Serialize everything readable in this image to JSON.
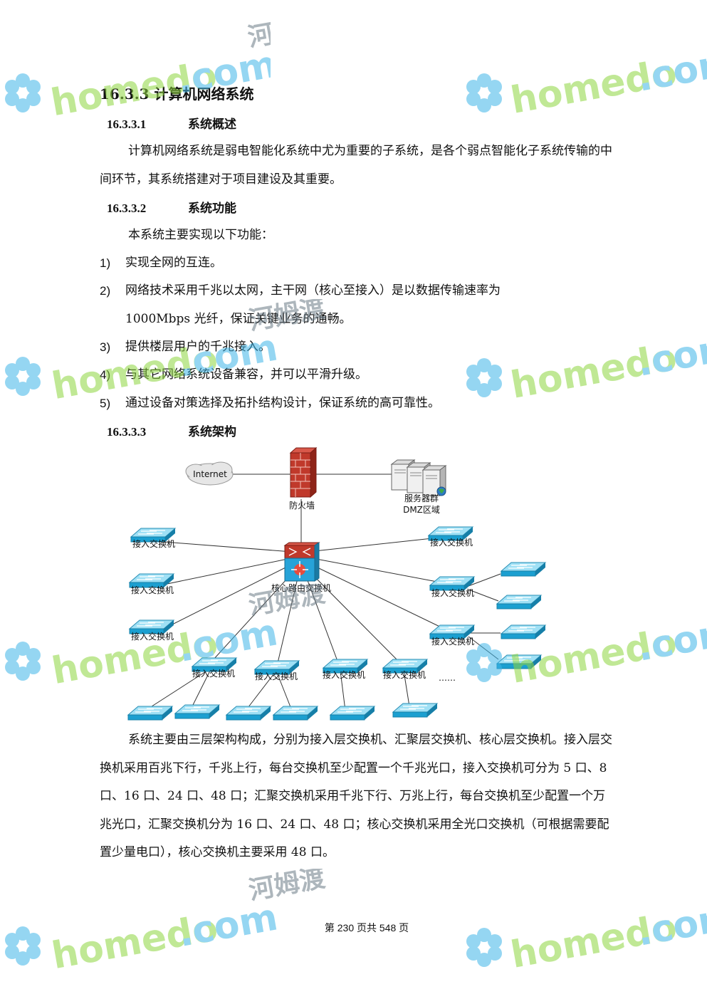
{
  "section": {
    "title": "16.3.3 计算机网络系统"
  },
  "sub1": {
    "number": "16.3.3.1",
    "title": "系统概述"
  },
  "overview": {
    "paragraph": "计算机网络系统是弱电智能化系统中尤为重要的子系统，是各个弱点智能化子系统传输的中间环节，其系统搭建对于项目建设及其重要。"
  },
  "sub2": {
    "number": "16.3.3.2",
    "title": "系统功能"
  },
  "functions": {
    "intro": "本系统主要实现以下功能：",
    "items": [
      {
        "marker": "1)",
        "text": "实现全网的互连。"
      },
      {
        "marker": "2)",
        "text": "网络技术采用千兆以太网，主干网（核心至接入）是以数据传输速率为",
        "cont": "1000Mbps 光纤，保证关键业务的通畅。"
      },
      {
        "marker": "3)",
        "text": "提供楼层用户的千兆接入。"
      },
      {
        "marker": "4)",
        "text": "与其它网络系统设备兼容，并可以平滑升级。"
      },
      {
        "marker": "5)",
        "text": "通过设备对策选择及拓扑结构设计，保证系统的高可靠性。"
      }
    ]
  },
  "sub3": {
    "number": "16.3.3.3",
    "title": "系统架构"
  },
  "diagram": {
    "internet": "Internet",
    "firewall": "防火墙",
    "server_group": "服务器群",
    "dmz": "DMZ区域",
    "core_switch": "核心路由交换机",
    "access_switch": "接入交换机",
    "ellipsis": "……"
  },
  "architecture": {
    "paragraph": "系统主要由三层架构构成，分别为接入层交换机、汇聚层交换机、核心层交换机。接入层交换机采用百兆下行，千兆上行，每台交换机至少配置一个千兆光口，接入交换机可分为 5 口、8 口、16 口、24 口、48 口；汇聚交换机采用千兆下行、万兆上行，每台交换机至少配置一个万兆光口，汇聚交换机分为 16 口、24 口、48 口；核心交换机采用全光口交换机（可根据需要配置少量电口），核心交换机主要采用 48 口。"
  },
  "footer": {
    "text": "第 230 页共 548 页"
  },
  "watermark": {
    "brand": "homedo",
    "domain": ".com",
    "cn": "河姆渡",
    "colors": {
      "green": "#8ed63f",
      "blue": "#3fb6e8",
      "gray": "#6b7b86"
    }
  }
}
